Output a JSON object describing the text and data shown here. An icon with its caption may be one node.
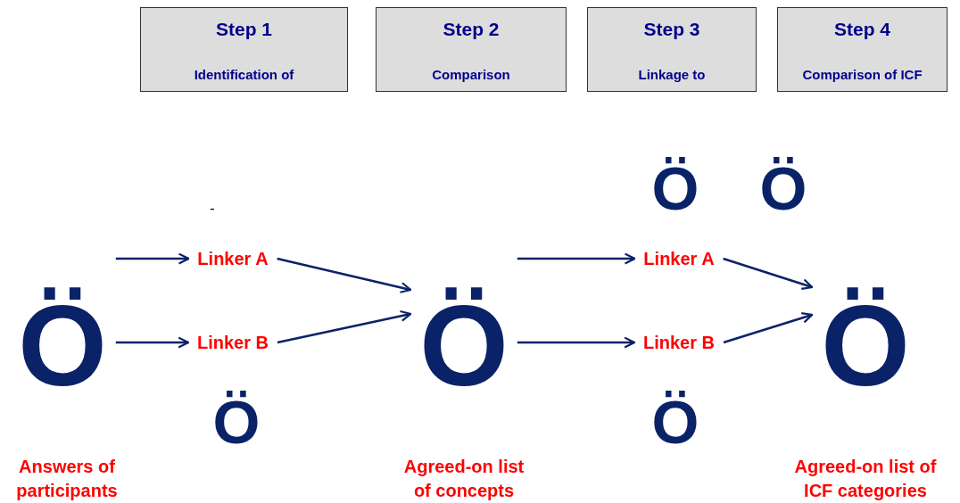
{
  "diagram": {
    "nodes": [
      {
        "text": [
          "Step 1",
          "Identification of"
        ]
      },
      {
        "text": [
          "Step 2",
          "Comparison"
        ]
      },
      {
        "text": [
          "Step 3",
          "Linkage to"
        ]
      },
      {
        "text": [
          "Step 4",
          "Comparison of ICF"
        ]
      },
      {
        "text": [
          "Ö"
        ]
      },
      {
        "text": [
          "Linker A"
        ]
      },
      {
        "text": [
          "Linker B"
        ]
      },
      {
        "text": [
          "Ö"
        ]
      },
      {
        "text": [
          "Linker A"
        ]
      },
      {
        "text": [
          "Linker B"
        ]
      },
      {
        "text": [
          "Ö"
        ]
      }
    ],
    "edges": [
      {
        "from": 4,
        "to": 5,
        "arrow": "to"
      },
      {
        "from": 4,
        "to": 6,
        "arrow": "to"
      },
      {
        "from": 5,
        "to": 7,
        "arrow": "to"
      },
      {
        "from": 6,
        "to": 7,
        "arrow": "to"
      },
      {
        "from": 7,
        "to": 8,
        "arrow": "to"
      },
      {
        "from": 7,
        "to": 9,
        "arrow": "to"
      },
      {
        "from": 8,
        "to": 10,
        "arrow": "to"
      },
      {
        "from": 9,
        "to": 10,
        "arrow": "to"
      }
    ],
    "labels": [
      "Ö",
      "Ö",
      "-",
      "Ö",
      "Ö",
      "Answers of participants",
      "Agreed-on list of concepts",
      "Agreed-on list of ICF categories"
    ]
  }
}
